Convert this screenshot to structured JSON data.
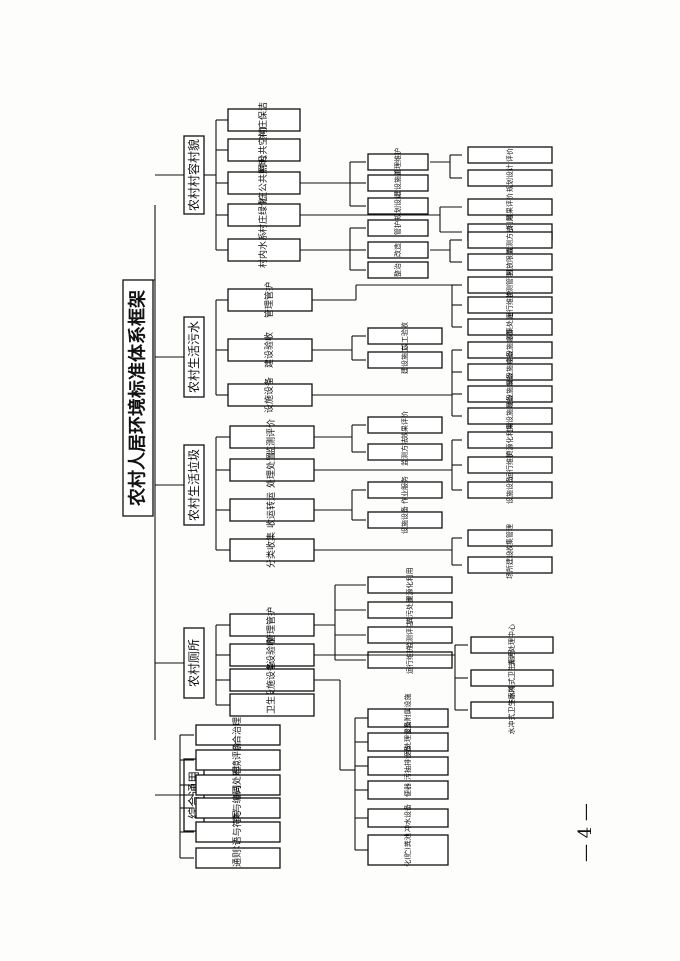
{
  "title": "农村人居环境标准体系框架",
  "page_number": "— 4 —",
  "categories": {
    "general": "综合通用",
    "toilet": "农村厕所",
    "garbage": "农村生活垃圾",
    "sewage": "农村生活污水",
    "village": "农村村容村貌"
  },
  "general_items": [
    "综合治理",
    "环境评价",
    "协同处理",
    "分类与编码",
    "术语与符号",
    "通则"
  ],
  "toilet_items": [
    "管理管护",
    "建设验收",
    "设施设备"
  ],
  "toilet_sub_mgmt": [
    "资源化利用",
    "粪污处理",
    "监测评估",
    "运行维护"
  ],
  "toilet_sub_build": [
    "粪污处理中心",
    "非水冲式卫生厕所",
    "水冲式卫生厕所"
  ],
  "toilet_sanitary": "卫生",
  "toilet_equipment": [
    "厕屋及附属设施",
    "粪污处理设备",
    "粪污抽排设备",
    "便器",
    "冲水设备",
    "化(贮)粪池"
  ],
  "garbage_items": [
    "监测评价",
    "处理处置",
    "收运转运",
    "分类收集"
  ],
  "garbage_sub_monitor": [
    "效果评价",
    "监测方法"
  ],
  "garbage_sub_process": [
    "资源化利用",
    "运行维护",
    "设施设备"
  ],
  "garbage_sub_transport": [
    "作业服务",
    "设施设备"
  ],
  "garbage_sub_collect": [
    "收集管理",
    "场所建设"
  ],
  "sewage_items": [
    "管理管护",
    "建设验收",
    "设施设备"
  ],
  "sewage_sub_mgmt": [
    "监测管理",
    "运行维护",
    "收集处理"
  ],
  "sewage_sub_build": [
    "竣工验收",
    "建设施工"
  ],
  "sewage_sub_equipment": [
    "集中设施设备",
    "附属设施设备",
    "处理设施设备",
    "收集设施设备"
  ],
  "village_items": [
    "村庄保洁",
    "村公共空间",
    "村庄公共照明",
    "村庄绿化",
    "村内水系"
  ],
  "village_sub_lighting": [
    "管理维护",
    "建设施工",
    "规划设计"
  ],
  "village_sub_lighting_right": [
    "评价",
    "规划设计"
  ],
  "village_sub_green": [
    "效果评价",
    "资源化利用"
  ],
  "village_sub_water": [
    "管护",
    "改造",
    "整治"
  ],
  "village_sub_water_right": [
    "监测方法",
    "排放限值"
  ]
}
